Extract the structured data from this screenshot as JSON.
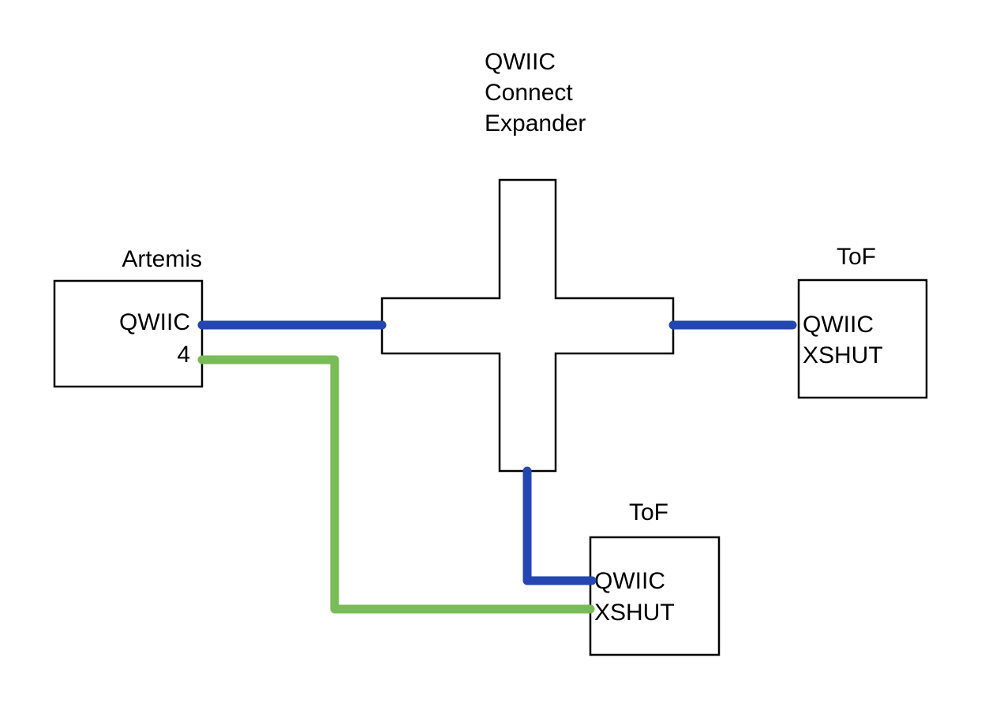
{
  "colors": {
    "qwiic_wire": "#2346b0",
    "xshut_wire": "#79bb57",
    "outline": "#000000",
    "background": "#ffffff"
  },
  "expander": {
    "title_line1": "QWIIC",
    "title_line2": "Connect",
    "title_line3": "Expander"
  },
  "artemis": {
    "title": "Artemis",
    "pin_qwiic": "QWIIC",
    "pin_xshut": "4"
  },
  "tof_right": {
    "title": "ToF",
    "pin_qwiic": "QWIIC",
    "pin_xshut": "XSHUT"
  },
  "tof_bottom": {
    "title": "ToF",
    "pin_qwiic": "QWIIC",
    "pin_xshut": "XSHUT"
  }
}
